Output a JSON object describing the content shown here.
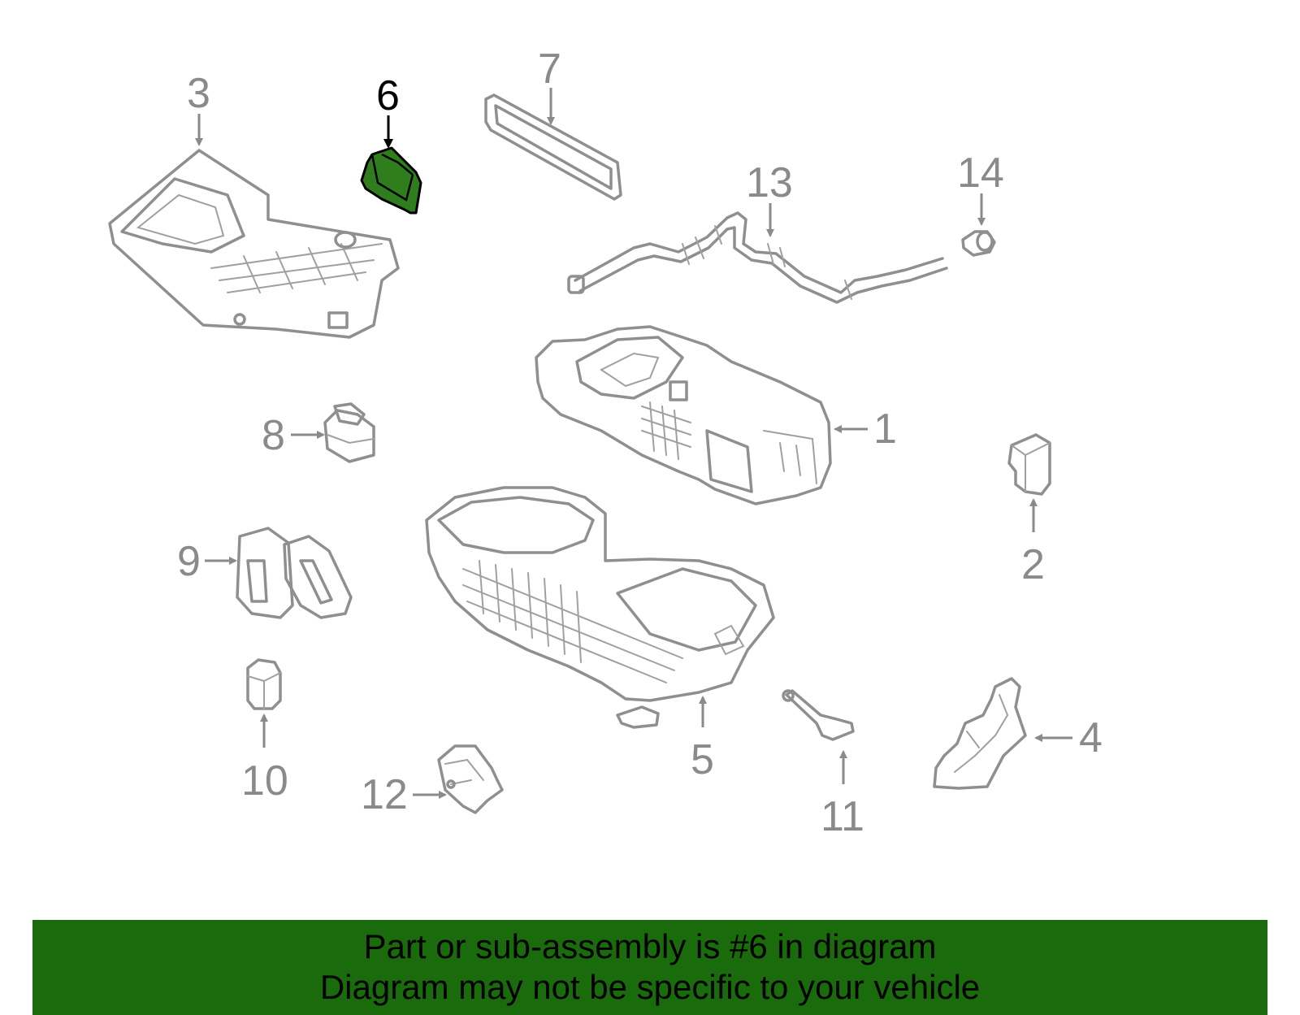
{
  "diagram": {
    "highlight_color": "#2f7d1d",
    "callouts": [
      {
        "id": "1",
        "label": "1"
      },
      {
        "id": "2",
        "label": "2"
      },
      {
        "id": "3",
        "label": "3"
      },
      {
        "id": "4",
        "label": "4"
      },
      {
        "id": "5",
        "label": "5"
      },
      {
        "id": "6",
        "label": "6"
      },
      {
        "id": "7",
        "label": "7"
      },
      {
        "id": "8",
        "label": "8"
      },
      {
        "id": "9",
        "label": "9"
      },
      {
        "id": "10",
        "label": "10"
      },
      {
        "id": "11",
        "label": "11"
      },
      {
        "id": "12",
        "label": "12"
      },
      {
        "id": "13",
        "label": "13"
      },
      {
        "id": "14",
        "label": "14"
      }
    ],
    "highlighted_part": "6"
  },
  "banner": {
    "background": "#1a6b0b",
    "line1": "Part or sub-assembly is #6 in diagram",
    "line2": "Diagram may not be specific to your vehicle"
  }
}
